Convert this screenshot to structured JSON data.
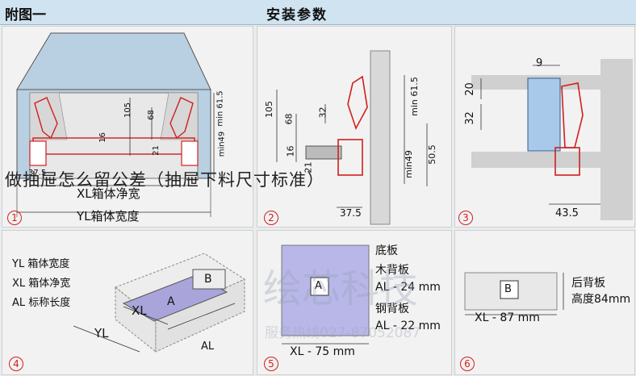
{
  "header": {
    "left_title": "附图一",
    "center_title": "安装参数"
  },
  "overlay_title": "做抽屉怎么留公差（抽屉下料尺寸标准）",
  "panels": {
    "p1": {
      "num": "1",
      "xl": "XL箱体净宽",
      "yl": "YL箱体宽度",
      "dim_105": "105",
      "dim_68": "68",
      "dim_16": "16",
      "dim_21": "21",
      "dim_375": "37.5",
      "dim_min615": "min 61.5",
      "dim_min49": "min49"
    },
    "p2": {
      "num": "2",
      "dim_105": "105",
      "dim_68": "68",
      "dim_32": "32",
      "dim_16": "16",
      "dim_21": "21",
      "dim_375": "37.5",
      "dim_min615": "min 61.5",
      "dim_min49": "min49",
      "dim_505": "50.5"
    },
    "p3": {
      "num": "3",
      "dim_9": "9",
      "dim_20": "20",
      "dim_32": "32",
      "dim_435": "43.5"
    },
    "p4": {
      "num": "4",
      "legend": [
        "YL 箱体宽度",
        "XL 箱体净宽",
        "AL 标称长度"
      ],
      "xl": "XL",
      "yl": "YL",
      "al": "AL",
      "a": "A",
      "b": "B"
    },
    "p5": {
      "num": "5",
      "a": "A",
      "lines": [
        "底板",
        "木背板",
        "AL - 24 mm",
        "钢背板",
        "AL - 22 mm"
      ],
      "xl": "XL - 75 mm"
    },
    "p6": {
      "num": "6",
      "b": "B",
      "lines": [
        "后背板",
        "高度84mm"
      ],
      "xl": "XL - 87 mm"
    }
  },
  "watermark": {
    "brand": "绘芯科技",
    "phone": "服务热线027-87052087"
  },
  "colors": {
    "header_bg": "#cfe3f0",
    "accent_red": "#d21e1e",
    "panel_bg": "#f2f2f2",
    "box_blue": "#a9c9ea"
  }
}
